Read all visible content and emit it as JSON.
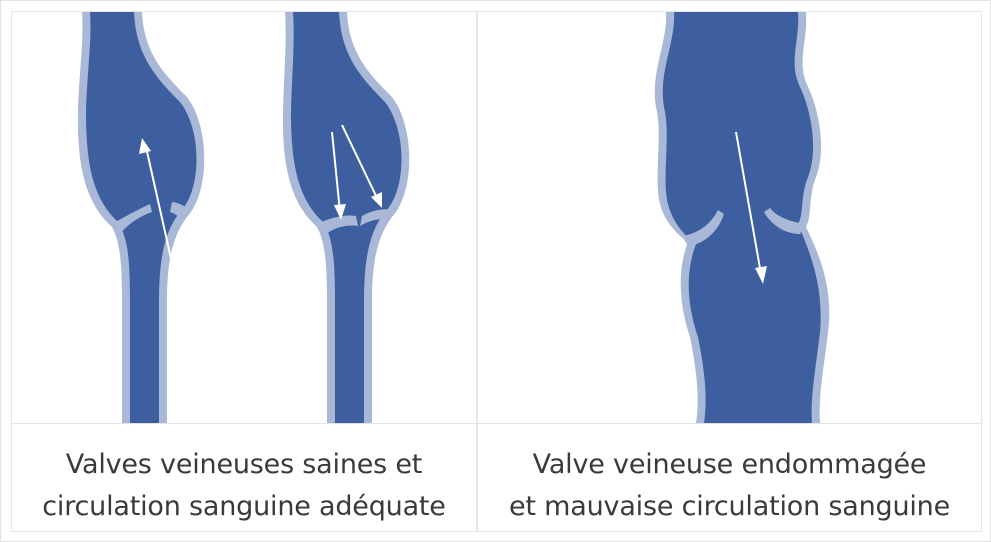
{
  "panels": [
    {
      "caption_line1": "Valves veineuses saines et",
      "caption_line2": "circulation sanguine adéquate"
    },
    {
      "caption_line1": "Valve veineuse endommagée",
      "caption_line2": "et mauvaise circulation sanguine"
    }
  ],
  "colors": {
    "vein_fill": "#3d5f9f",
    "vein_wall": "#a9b8d6",
    "arrow": "#ffffff",
    "caption_text": "#3a3a3a",
    "divider": "#e3e3e3"
  }
}
